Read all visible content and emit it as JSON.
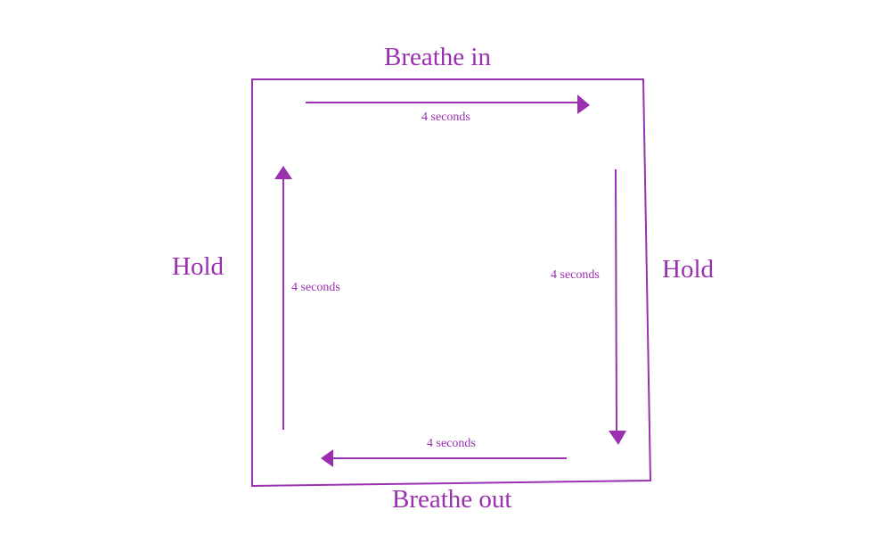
{
  "colors": {
    "accent": "#9a2fb0"
  },
  "labels": {
    "top": "Breathe in",
    "bottom": "Breathe out",
    "left": "Hold",
    "right": "Hold"
  },
  "durations": {
    "top": "4 seconds",
    "right": "4 seconds",
    "bottom": "4 seconds",
    "left": "4 seconds"
  }
}
